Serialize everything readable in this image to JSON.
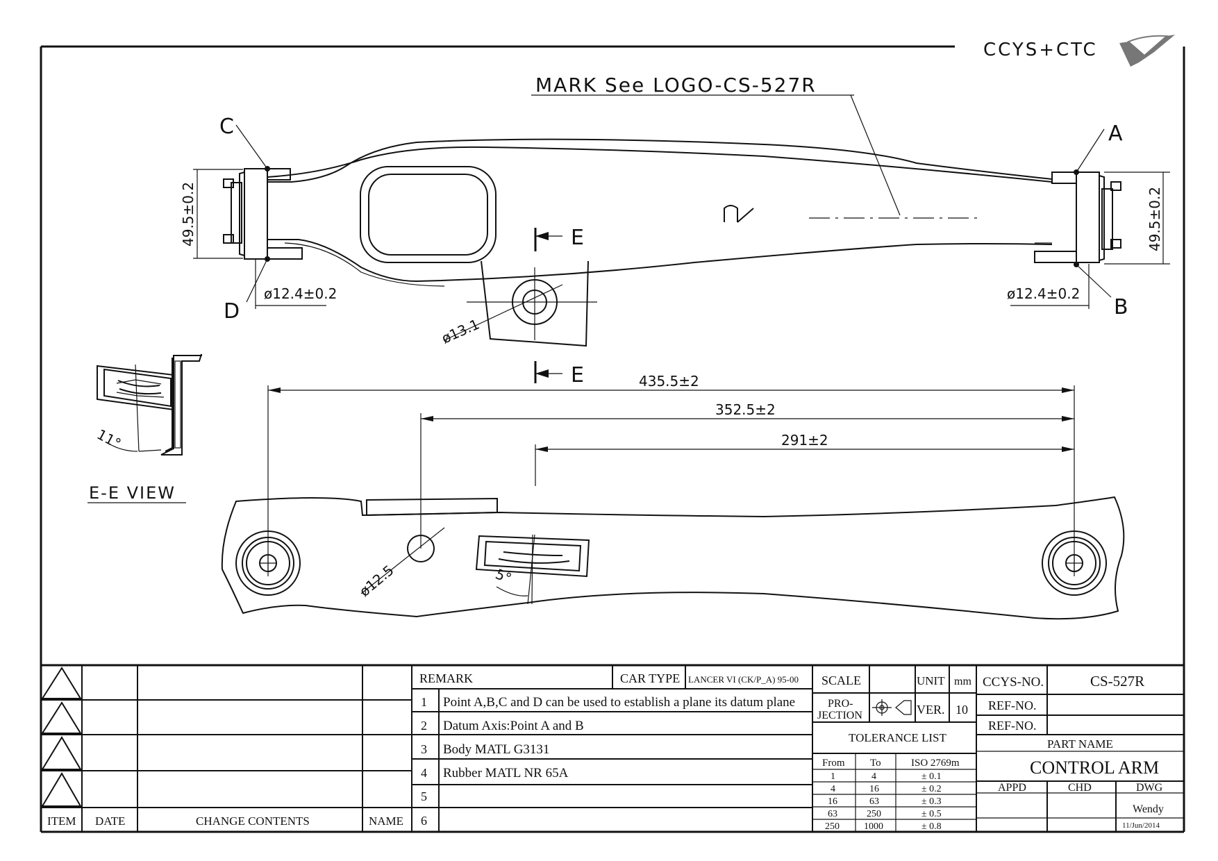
{
  "logo": {
    "text": "CCYS+CTC"
  },
  "callouts": {
    "mark": "MARK See LOGO-CS-527R",
    "point_a": "A",
    "point_b": "B",
    "point_c": "C",
    "point_d": "D",
    "section_e_top": "E",
    "section_e_bottom": "E"
  },
  "dimensions": {
    "height_left": "49.5±0.2",
    "height_right": "49.5±0.2",
    "dia_left": "ø12.4±0.2",
    "dia_right": "ø12.4±0.2",
    "dia_center": "ø13.1",
    "len_total": "435.5±2",
    "len_mid": "352.5±2",
    "len_short": "291±2",
    "dia_hole": "ø12.5",
    "angle_bottom": "5°",
    "angle_ee": "11°"
  },
  "section_view": {
    "label": "E-E VIEW"
  },
  "revision_block": {
    "headers": {
      "item": "ITEM",
      "date": "DATE",
      "change": "CHANGE CONTENTS",
      "name": "NAME"
    }
  },
  "remarks": {
    "title": "REMARK",
    "car_type_label": "CAR TYPE",
    "car_type_value": "LANCER VI (CK/P_A) 95-00",
    "items": [
      {
        "num": "1",
        "text": "Point A,B,C and D can be used to establish a plane its datum plane"
      },
      {
        "num": "2",
        "text": "Datum Axis:Point A and B"
      },
      {
        "num": "3",
        "text": "Body MATL G3131"
      },
      {
        "num": "4",
        "text": "Rubber MATL NR 65A"
      },
      {
        "num": "5",
        "text": ""
      },
      {
        "num": "6",
        "text": ""
      }
    ]
  },
  "scale_block": {
    "scale_label": "SCALE",
    "scale_value": "",
    "unit_label": "UNIT",
    "unit_value": "mm",
    "projection_label_1": "PRO-",
    "projection_label_2": "JECTION",
    "ver_label": "VER.",
    "ver_value": "10"
  },
  "tolerance": {
    "title": "TOLERANCE LIST",
    "headers": [
      "From",
      "To",
      "ISO 2769m"
    ],
    "rows": [
      [
        "1",
        "4",
        "± 0.1"
      ],
      [
        "4",
        "16",
        "± 0.2"
      ],
      [
        "16",
        "63",
        "± 0.3"
      ],
      [
        "63",
        "250",
        "± 0.5"
      ],
      [
        "250",
        "1000",
        "± 0.8"
      ]
    ]
  },
  "title_block": {
    "ccys_no_label": "CCYS-NO.",
    "ccys_no_value": "CS-527R",
    "ref_no_label_1": "REF-NO.",
    "ref_no_value_1": "",
    "ref_no_label_2": "REF-NO.",
    "ref_no_value_2": "",
    "part_name_label": "PART NAME",
    "part_name_value": "CONTROL ARM",
    "appd_label": "APPD",
    "chd_label": "CHD",
    "dwg_label": "DWG",
    "appd_value": "",
    "chd_value": "",
    "dwg_value": "Wendy",
    "date_value": "11/Jun/2014"
  }
}
